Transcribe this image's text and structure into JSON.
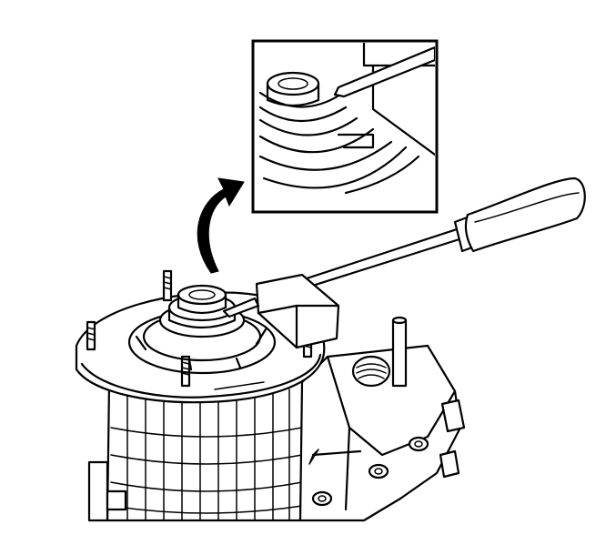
{
  "figure": {
    "kind": "technical-line-illustration",
    "background_color": "#ffffff",
    "line_color": "#000000",
    "parts": [
      "transfer-case-housing",
      "bearing-retainer",
      "oil-seal",
      "screwdriver",
      "detail-inset",
      "callout-arrow"
    ]
  }
}
